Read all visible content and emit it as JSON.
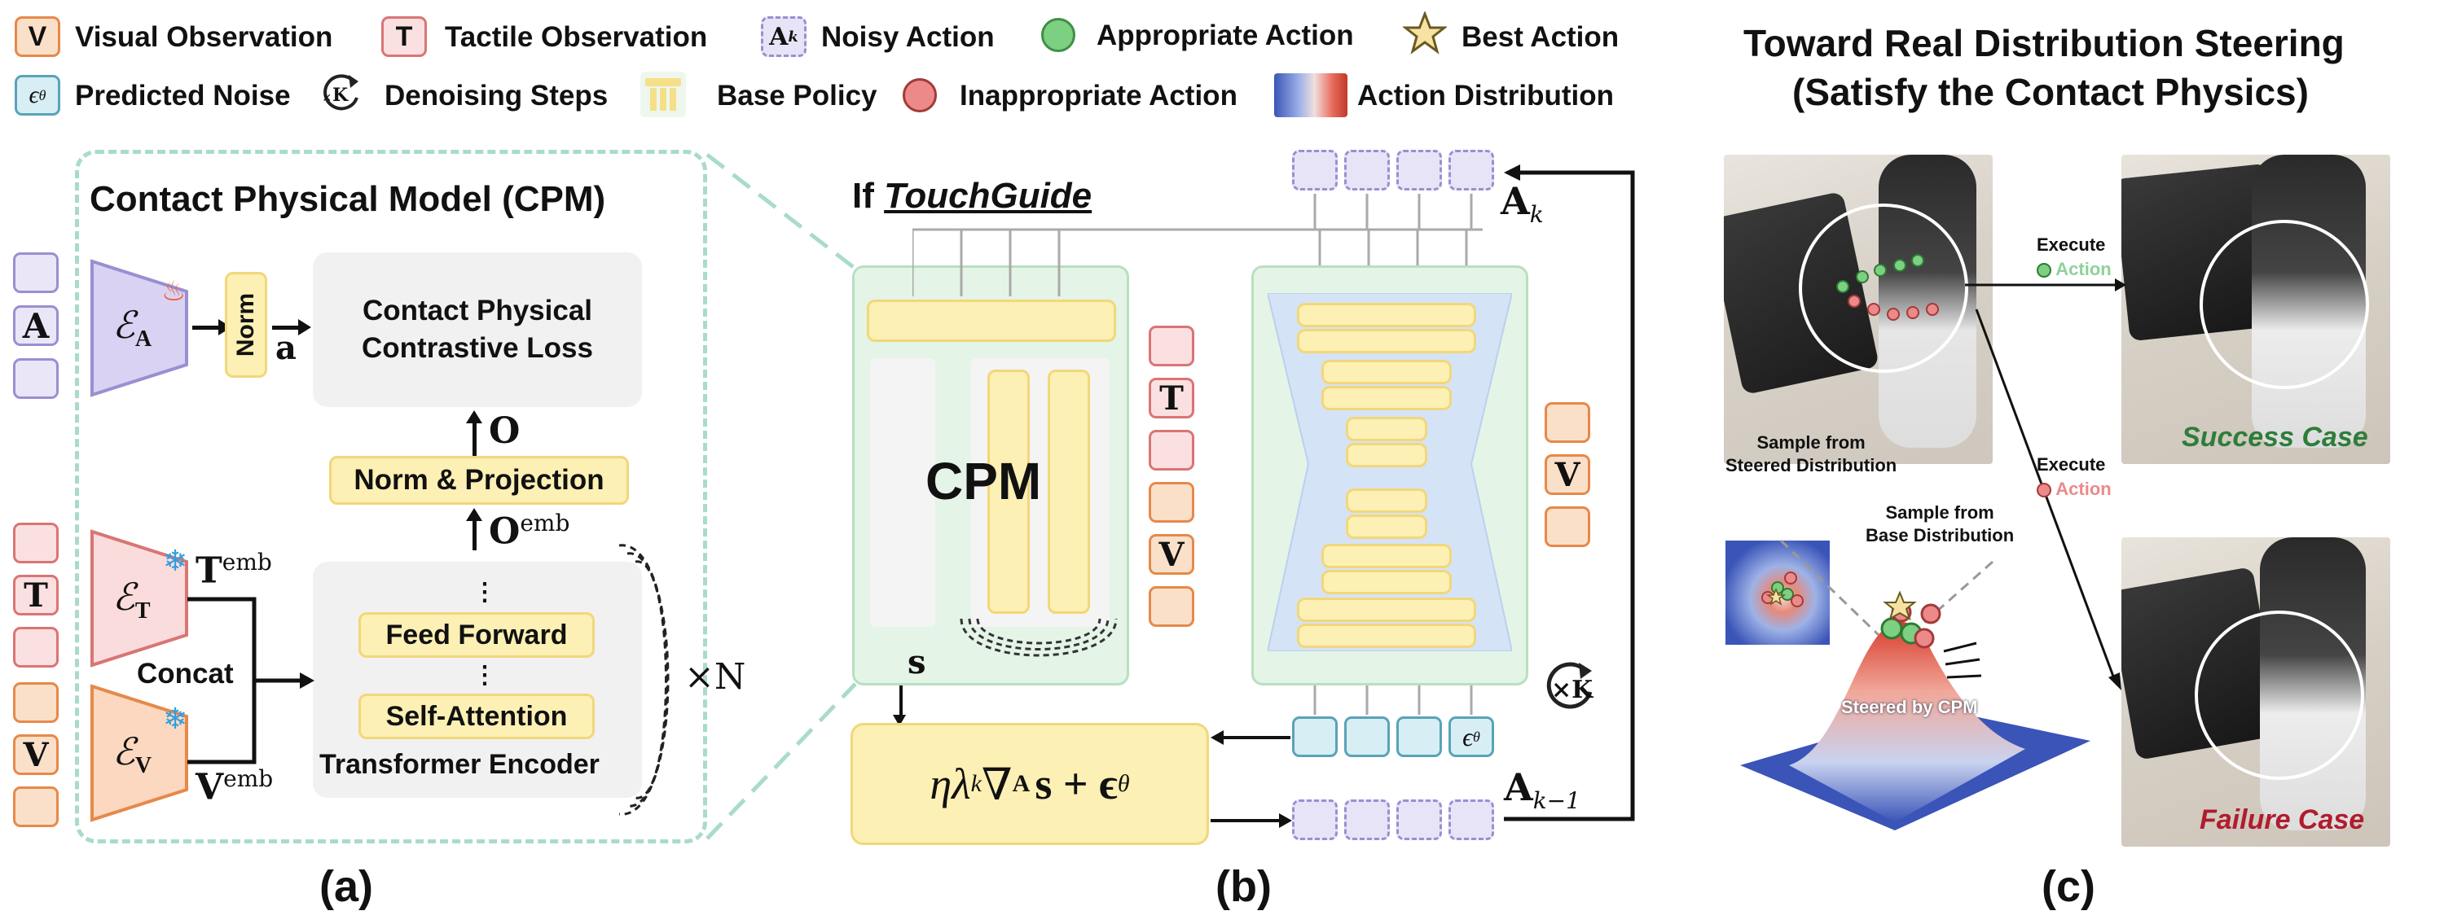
{
  "legend": {
    "visual_observation": "Visual Observation",
    "tactile_observation": "Tactile Observation",
    "noisy_action": "Noisy Action",
    "appropriate_action": "Appropriate Action",
    "best_action": "Best Action",
    "predicted_noise": "Predicted Noise",
    "denoising_steps": "Denoising Steps",
    "base_policy": "Base Policy",
    "inappropriate_action": "Inappropriate Action",
    "action_distribution": "Action Distribution",
    "v_glyph": "V",
    "t_glyph": "T",
    "a_glyph": "A",
    "a_sub": "k",
    "eps_glyph": "ϵ",
    "eps_sub": "θ",
    "k_glyph": "K"
  },
  "panel_a": {
    "title": "Contact Physical Model (CPM)",
    "encoder_a": "ℰ",
    "encoder_a_sub": "A",
    "encoder_t": "ℰ",
    "encoder_t_sub": "T",
    "encoder_v": "ℰ",
    "encoder_v_sub": "V",
    "norm": "Norm",
    "a_var": "a",
    "loss_line1": "Contact Physical",
    "loss_line2": "Contrastive Loss",
    "o_var": "O",
    "norm_projection": "Norm & Projection",
    "o_emb": "O",
    "emb": "emb",
    "t_emb": "T",
    "v_emb": "V",
    "concat": "Concat",
    "dots": "⋮",
    "feed_forward": "Feed Forward",
    "self_attention": "Self-Attention",
    "transformer_encoder": "Transformer Encoder",
    "times_n": "×N",
    "input_a": "A",
    "input_t": "T",
    "input_v": "V",
    "caption": "(a)"
  },
  "panel_b": {
    "if_label": "If",
    "touchguide": "TouchGuide",
    "cpm": "CPM",
    "s_var": "s",
    "formula": "ηλ",
    "formula_k": "k",
    "formula_rest": "∇",
    "formula_A": "A",
    "formula_s": "s + ϵ",
    "formula_theta": "θ",
    "a_k": "A",
    "a_k_sub": "k",
    "a_km1": "A",
    "a_km1_sub": "k−1",
    "t_box": "T",
    "v_box_left": "V",
    "v_box_right": "V",
    "eps": "ϵ",
    "eps_sub": "θ",
    "times_k": "×K",
    "caption": "(b)"
  },
  "panel_c": {
    "title_line1": "Toward Real Distribution Steering",
    "title_line2": "(Satisfy the Contact Physics)",
    "execute_top": "Execute",
    "action_top": "Action",
    "execute_bottom": "Execute",
    "action_bottom": "Action",
    "success_case": "Success Case",
    "failure_case": "Failure Case",
    "sample_steered": "Sample from",
    "sample_steered2": "Steered Distribution",
    "sample_base": "Sample from",
    "sample_base2": "Base Distribution",
    "steered_by": "Steered by CPM",
    "caption": "(c)"
  },
  "colors": {
    "visual": "#e6894a",
    "tactile": "#d97575",
    "action": "#9a8fd1",
    "noise": "#5aa3b8",
    "yellow": "#fdf0b4",
    "green_box": "#e6f4ea",
    "appropriate": "#4caf50",
    "inappropriate": "#e05a5a",
    "success_text": "#2e7d3a",
    "failure_text": "#b01c2e"
  }
}
